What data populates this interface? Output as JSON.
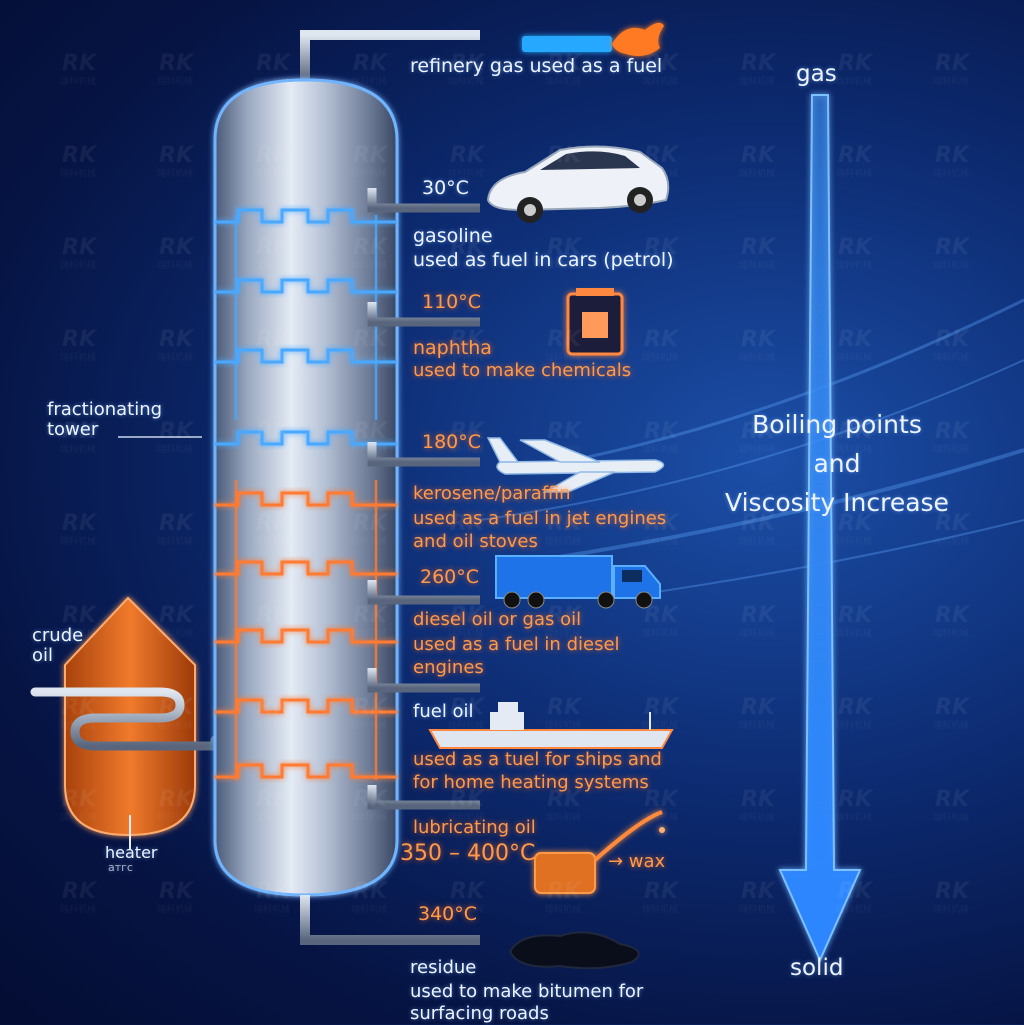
{
  "tower_label": "fractionating\ntower",
  "crude_oil": "crude\noil",
  "heater": "heater",
  "heater_sub": "атгс",
  "side_title": "Boiling points\nand\nViscosity Increase",
  "arrow_top": "gas",
  "arrow_bottom": "solid",
  "watermark": {
    "logo": "RK",
    "sub": "瑞科机械"
  },
  "fractions": [
    {
      "id": "refinery-gas",
      "temp": "",
      "name": "refinery gas used as a fuel",
      "use": "",
      "color": "white",
      "icon": "flame-icon"
    },
    {
      "id": "gasoline",
      "temp": "30°C",
      "name": "gasoline",
      "use": "used as fuel in cars (petrol)",
      "color": "white",
      "icon": "car-icon"
    },
    {
      "id": "naphtha",
      "temp": "110°C",
      "name": "naphtha",
      "use": "used to make chemicals",
      "color": "orange",
      "icon": "chemical-can-icon"
    },
    {
      "id": "kerosene",
      "temp": "180°C",
      "name": "kerosene/paraffin",
      "use": "used as a fuel in jet engines\nand oil stoves",
      "color": "orange",
      "icon": "airplane-icon"
    },
    {
      "id": "diesel",
      "temp": "260°C",
      "name": "diesel oil or gas oil",
      "use": "used as a fuel in diesel\nengines",
      "color": "orange",
      "icon": "truck-icon"
    },
    {
      "id": "fuel-oil",
      "temp": "",
      "name": "fuel oil",
      "use": "used as a tuel for ships and\nfor home heating systems",
      "color": "orange",
      "icon": "ship-icon"
    },
    {
      "id": "lubricating-oil",
      "temp": "350 – 400°C",
      "name": "lubricating oil",
      "use": "→ wax",
      "color": "orange",
      "icon": "oil-can-icon"
    },
    {
      "id": "residue",
      "temp": "340°C",
      "name": "residue",
      "use": "used to make bitumen for\nsurfacing roads",
      "color": "white",
      "icon": "bitumen-puddle-icon"
    }
  ]
}
